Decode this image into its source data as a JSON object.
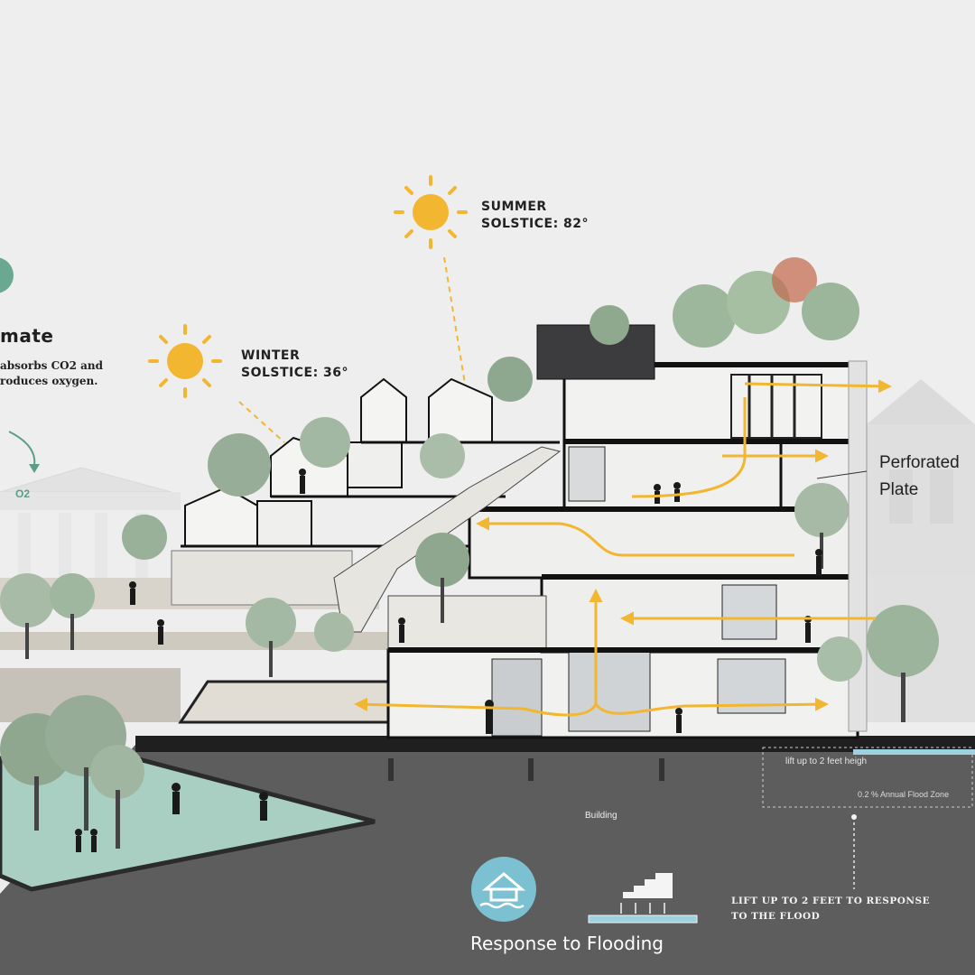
{
  "climate": {
    "title_partial": "mate",
    "line1_partial": "absorbs CO2 and",
    "line2_partial": "roduces oxygen.",
    "o2_mark": "O2"
  },
  "solstice": {
    "summer_line1": "SUMMER",
    "summer_line2": "SOLSTICE: 82°",
    "winter_line1": "WINTER",
    "winter_line2": "SOLSTICE: 36°"
  },
  "callouts": {
    "perforated_line1": "Perforated",
    "perforated_line2": "Plate",
    "lift_height": "lift up to 2 feet heigh",
    "flood_zone": "0.2 % Annual Flood Zone",
    "building": "Building"
  },
  "flooding": {
    "title": "Response to Flooding",
    "lift_line1": "LIFT UP TO 2 FEET TO RESPONSE",
    "lift_line2": "TO THE FLOOD"
  },
  "colors": {
    "sun": "#f2b630",
    "airflow": "#f2b630",
    "ground": "#5d5d5d",
    "lawn": "#a9cfc2",
    "water_badge": "#7cc1d2",
    "accent_green": "#5b9e86"
  }
}
